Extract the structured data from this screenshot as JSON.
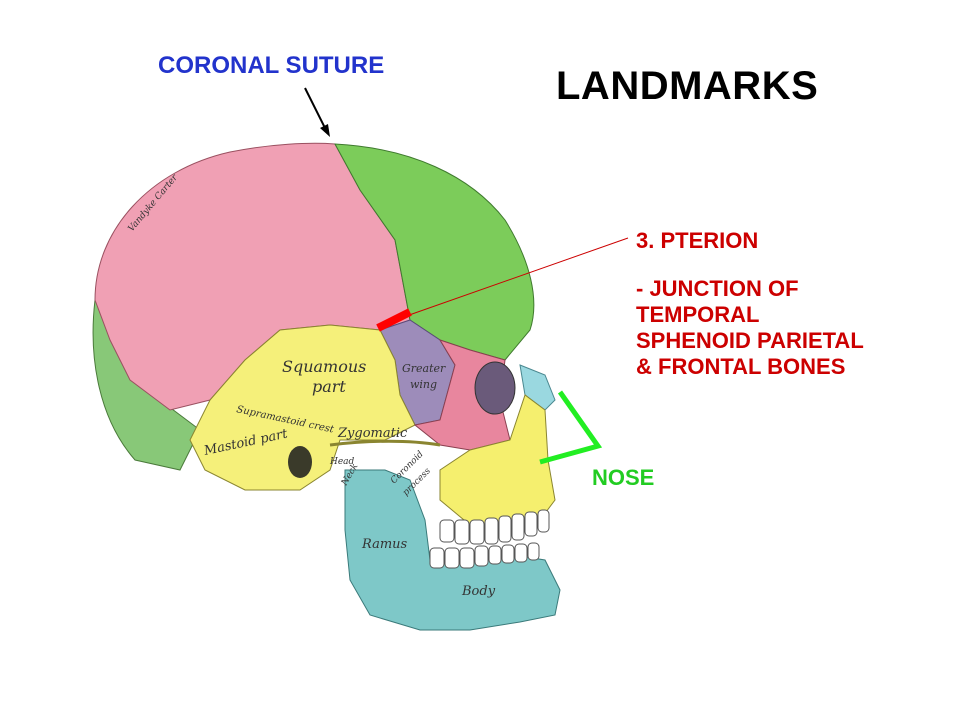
{
  "slide": {
    "title": "LANDMARKS",
    "coronal_suture_label": "CORONAL SUTURE",
    "pterion": {
      "heading": "3. PTERION",
      "description_lines": [
        "- JUNCTION OF",
        "TEMPORAL",
        "SPHENOID PARIETAL",
        "& FRONTAL BONES"
      ]
    },
    "nose_label": "NOSE"
  },
  "skull_labels": {
    "squamous": "Squamous",
    "part": "part",
    "greater": "Greater",
    "wing": "wing",
    "supramastoid": "Supramastoid crest",
    "mastoid": "Mastoid part",
    "zygomatic": "Zygomatic",
    "head": "Head",
    "neck": "Neck",
    "coronoid": "Coronoid",
    "process": "process",
    "ramus": "Ramus",
    "body": "Body",
    "signature": "Vandyke Carter"
  },
  "colors": {
    "title": "#000000",
    "coronal_label": "#2233cc",
    "pterion_text": "#cc0000",
    "nose_label": "#22cc22",
    "parietal": "#f0a0b4",
    "frontal": "#7ccc5a",
    "temporal": "#f5f07a",
    "sphenoid": "#9d8cba",
    "zygomatic_bone": "#e8869e",
    "mandible": "#7ec8c8",
    "maxilla": "#f5ef6e",
    "occipital": "#88c878"
  }
}
